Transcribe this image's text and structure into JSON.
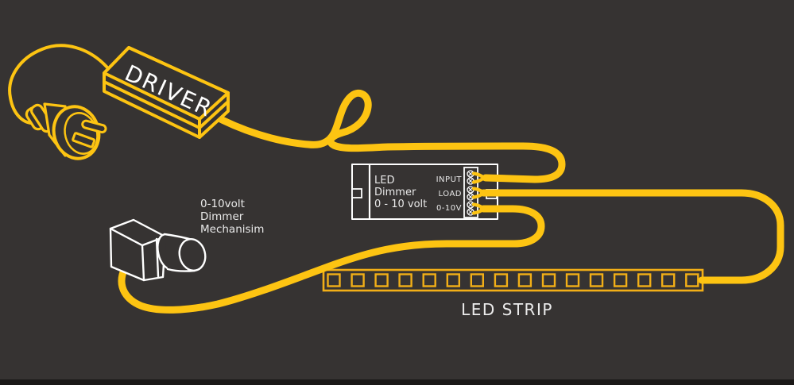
{
  "colors": {
    "background": "#363332",
    "footer_bar": "#1a1817",
    "wire_yellow": "#FDC412",
    "strip_yellow": "#F2AF17",
    "outline_white": "#FFFFFF",
    "label_gray": "#E9E9E9"
  },
  "driver": {
    "label": "DRIVER"
  },
  "dimmer_module": {
    "name_line1": "LED",
    "name_line2": "Dimmer",
    "name_line3": "0 - 10 volt",
    "terminals": [
      "INPUT",
      "LOAD",
      "0-10V"
    ]
  },
  "dimmer_mechanism": {
    "caption": [
      "0-10volt",
      "Dimmer",
      "Mechanisim"
    ]
  },
  "led_strip": {
    "label": "LED STRIP",
    "segment_count": 16
  }
}
